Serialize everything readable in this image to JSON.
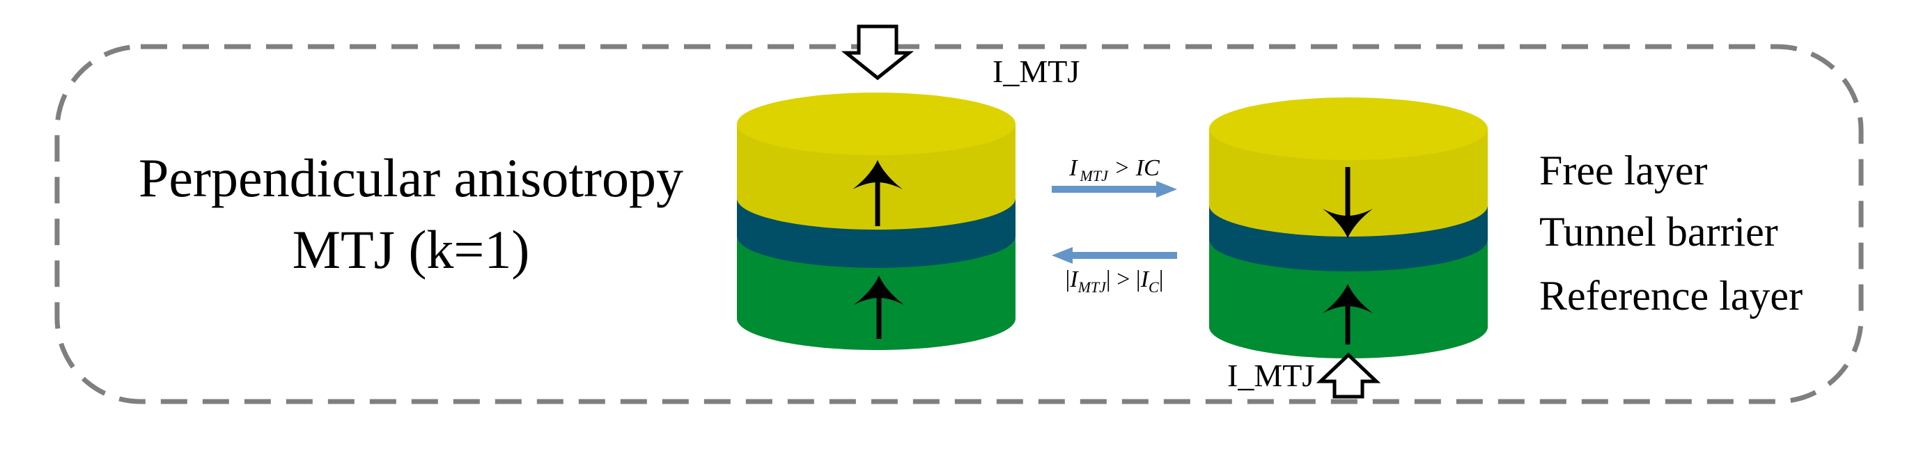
{
  "title": {
    "line1": "Perpendicular anisotropy",
    "line2": "MTJ  (k=1)"
  },
  "current_labels": {
    "top": "I_MTJ",
    "bottom": "I_MTJ"
  },
  "transitions": {
    "forward": {
      "prefix": "I",
      "subscript": "MTJ",
      "relation": " > IC"
    },
    "backward": {
      "bar1": "|",
      "var1": "I",
      "sub1": "MTJ",
      "mid": "| > |",
      "var2": "I",
      "sub2": "C",
      "bar2": "|"
    }
  },
  "layers": {
    "free": "Free layer",
    "tunnel": "Tunnel barrier",
    "reference": "Reference layer"
  },
  "colors": {
    "free_layer": "#d2ca00",
    "free_layer_top": "#dcd300",
    "tunnel_barrier": "#004f66",
    "reference_layer": "#008c32",
    "transition_arrow": "#6495c8",
    "frame": "#7f7f7f"
  },
  "states": {
    "left": {
      "free_magnetization": "up",
      "reference_magnetization": "up"
    },
    "right": {
      "free_magnetization": "down",
      "reference_magnetization": "up"
    }
  }
}
